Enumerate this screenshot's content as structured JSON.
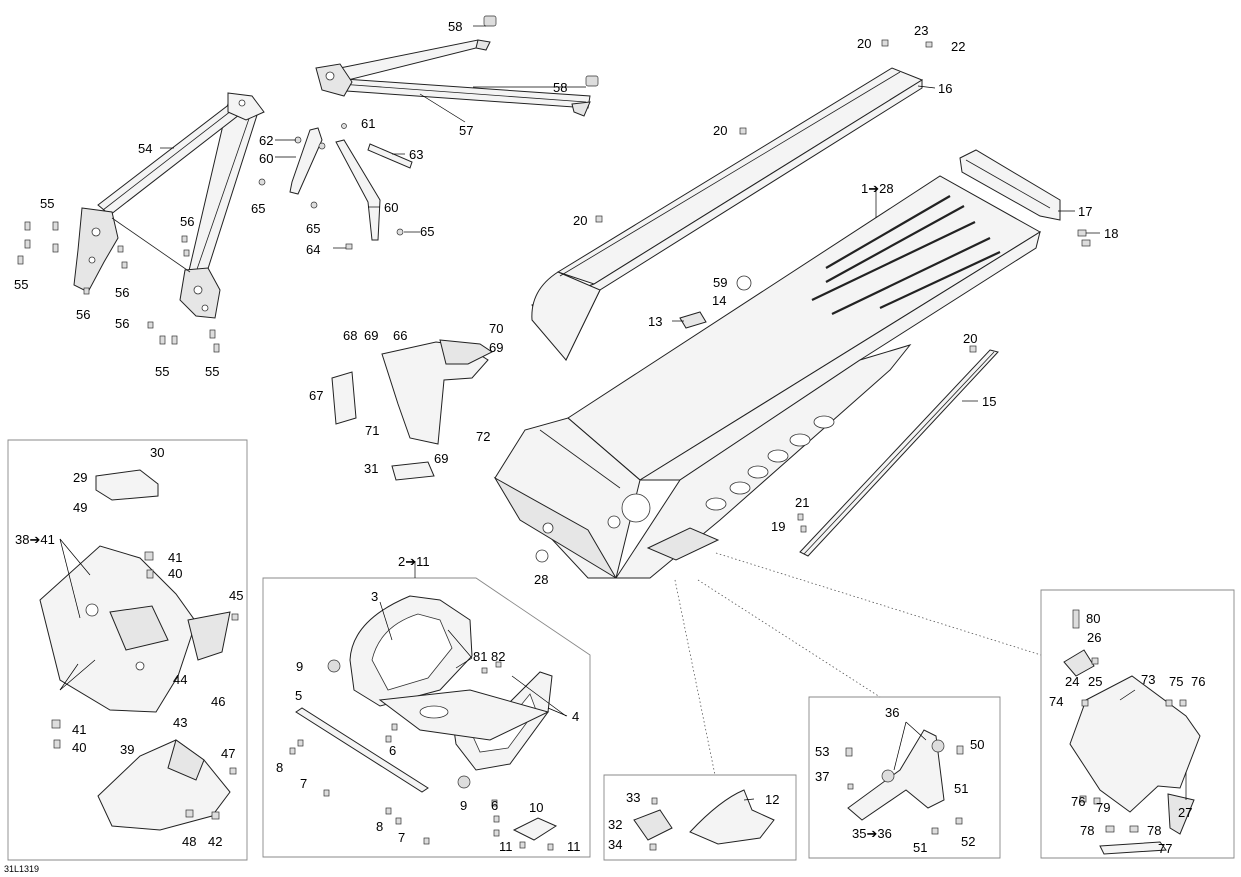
{
  "figure_code": "31L1319",
  "callouts": {
    "c1_28": "1➔28",
    "c2_11": "2➔11",
    "c35_36": "35➔36",
    "c38_41": "38➔41",
    "n3": "3",
    "n4": "4",
    "n5": "5",
    "n6a": "6",
    "n6b": "6",
    "n7a": "7",
    "n7b": "7",
    "n8a": "8",
    "n8b": "8",
    "n9a": "9",
    "n9b": "9",
    "n10": "10",
    "n11a": "11",
    "n11b": "11",
    "n12": "12",
    "n13": "13",
    "n14": "14",
    "n15": "15",
    "n16": "16",
    "n17": "17",
    "n18": "18",
    "n19": "19",
    "n20a": "20",
    "n20b": "20",
    "n20c": "20",
    "n20d": "20",
    "n21": "21",
    "n22": "22",
    "n23": "23",
    "n24": "24",
    "n25": "25",
    "n26": "26",
    "n27": "27",
    "n28": "28",
    "n29": "29",
    "n30": "30",
    "n31": "31",
    "n32": "32",
    "n33": "33",
    "n34": "34",
    "n36": "36",
    "n37": "37",
    "n39": "39",
    "n40a": "40",
    "n40b": "40",
    "n41a": "41",
    "n41b": "41",
    "n42": "42",
    "n43": "43",
    "n44": "44",
    "n45": "45",
    "n46": "46",
    "n47": "47",
    "n48": "48",
    "n49": "49",
    "n50": "50",
    "n51a": "51",
    "n51b": "51",
    "n52": "52",
    "n53": "53",
    "n54": "54",
    "n55a": "55",
    "n55b": "55",
    "n55c": "55",
    "n55d": "55",
    "n56a": "56",
    "n56b": "56",
    "n56c": "56",
    "n56d": "56",
    "n57": "57",
    "n58a": "58",
    "n58b": "58",
    "n59": "59",
    "n60a": "60",
    "n60b": "60",
    "n61": "61",
    "n62": "62",
    "n63": "63",
    "n64": "64",
    "n65a": "65",
    "n65b": "65",
    "n65c": "65",
    "n66": "66",
    "n67": "67",
    "n68": "68",
    "n69a": "69",
    "n69b": "69",
    "n69c": "69",
    "n70": "70",
    "n71": "71",
    "n72": "72",
    "n73": "73",
    "n74": "74",
    "n75": "75",
    "n76a": "76",
    "n76b": "76",
    "n77": "77",
    "n78a": "78",
    "n78b": "78",
    "n79": "79",
    "n80": "80",
    "n81": "81",
    "n82": "82"
  }
}
